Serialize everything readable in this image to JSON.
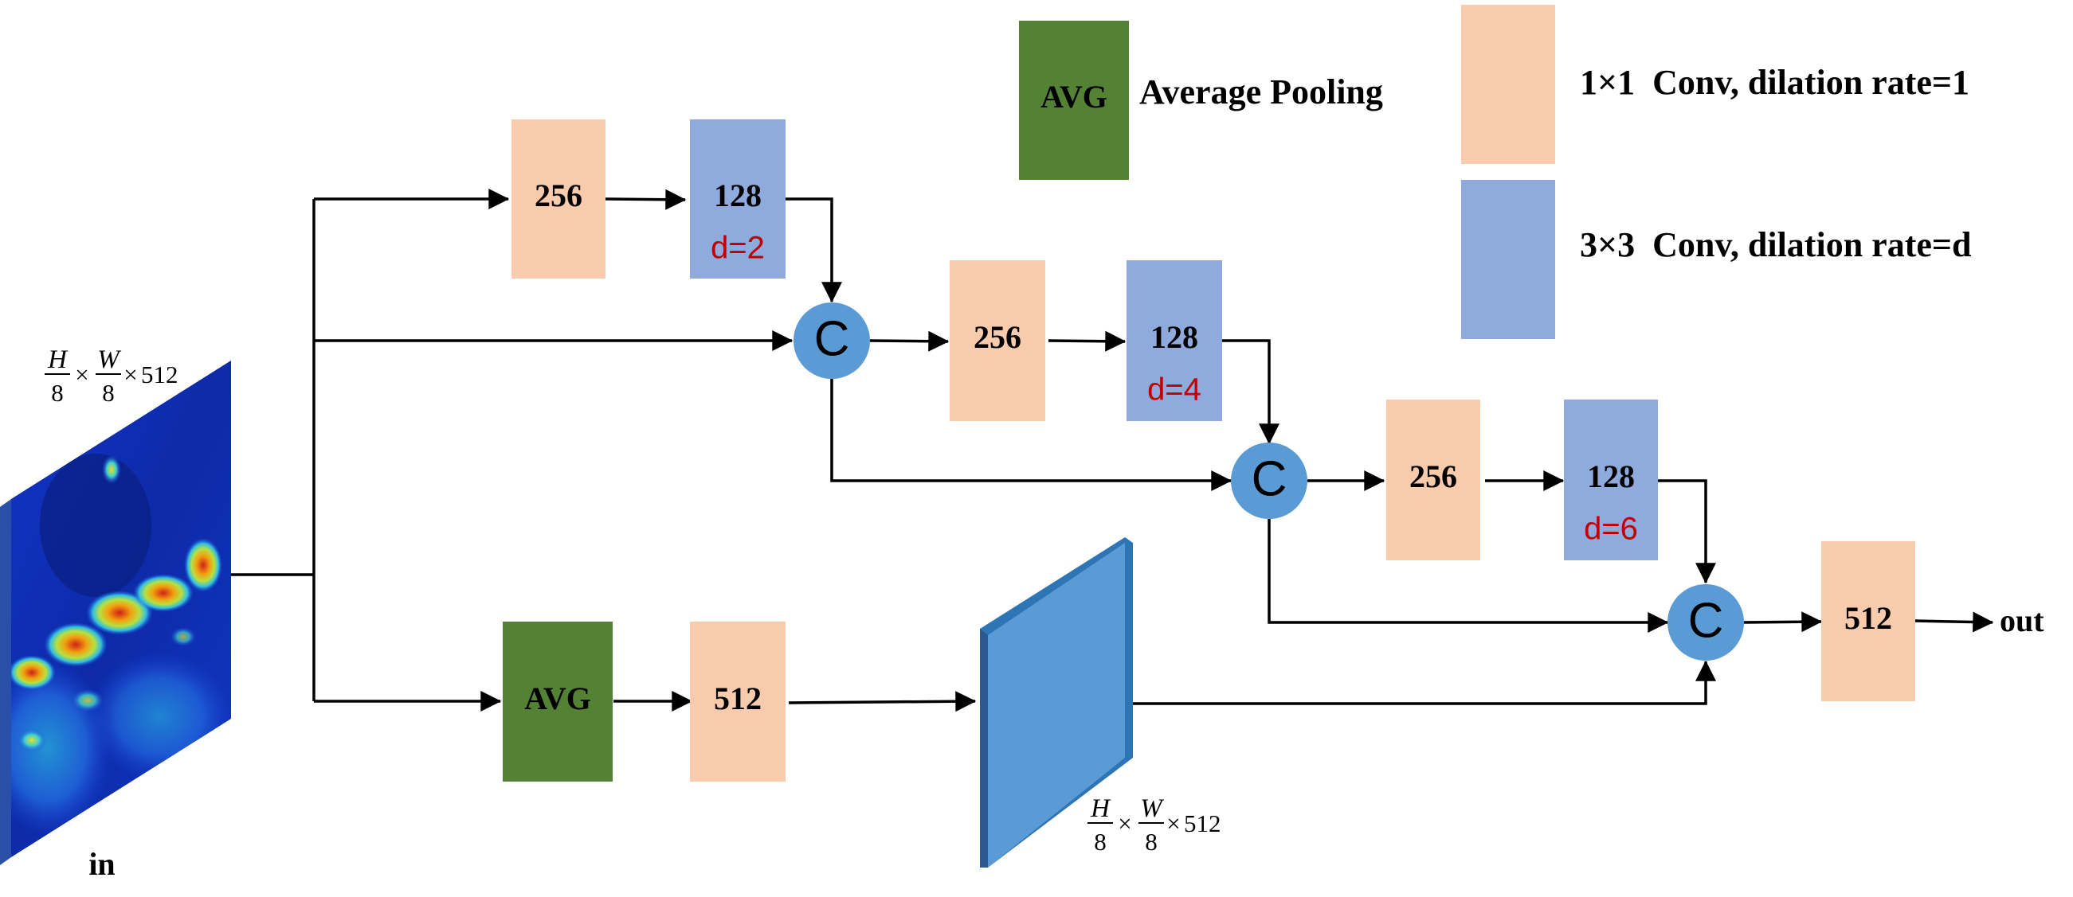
{
  "diagram": {
    "colors": {
      "conv1x1": "#f8cbad",
      "conv3x3": "#8faadc",
      "avg": "#548235",
      "concat": "#5b9bd5",
      "global_plane": "#5b9bd5",
      "dilation_text": "#c00000"
    },
    "legend": {
      "avg_block_label": "AVG",
      "avg_text": "Average Pooling",
      "conv1_text": "1×1  Conv, dilation rate=1",
      "conv3_text": "3×3  Conv, dilation rate=d"
    },
    "input_label": "in",
    "output_label": "out",
    "concat_label": "C",
    "dims": {
      "h": "H",
      "w": "W",
      "den": "8",
      "times": "×",
      "ch": "512"
    },
    "branches": [
      {
        "conv1_label": "256",
        "conv3_label": "128",
        "dilation": "d=2"
      },
      {
        "conv1_label": "256",
        "conv3_label": "128",
        "dilation": "d=4"
      },
      {
        "conv1_label": "256",
        "conv3_label": "128",
        "dilation": "d=6"
      }
    ],
    "pool_path": {
      "avg_label": "AVG",
      "conv1_label": "512"
    },
    "output_conv_label": "512",
    "input_feature_map_icon": "crowd-density-heatmap-icon"
  }
}
